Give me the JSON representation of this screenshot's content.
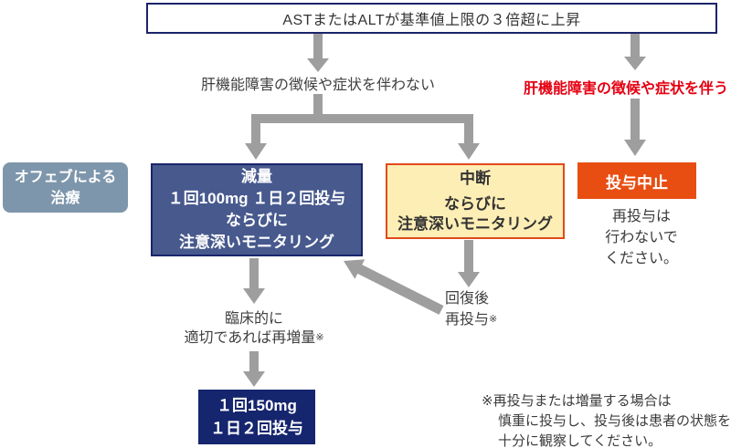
{
  "colors": {
    "navy": "#1b246b",
    "reduce_fill": "#47598d",
    "interrupt_fill": "#fdeeb5",
    "interrupt_border": "#e2491a",
    "discontinue_fill": "#e84e12",
    "treatment_fill": "#7e96ab",
    "full_dose_fill": "#15256e",
    "arrow_gray": "#9e9e9e",
    "alert_red": "#e50012",
    "text_dark": "#3a3a3a"
  },
  "top_box": {
    "label": "ASTまたはALTが基準値上限の３倍超に上昇"
  },
  "branch_labels": {
    "no_symptom": "肝機能障害の徴候や症状を伴わない",
    "symptom": "肝機能障害の徴候や症状を伴う"
  },
  "treatment_box": {
    "line1": "オフェブによる",
    "line2": "治療"
  },
  "reduce_box": {
    "line1": "減量",
    "line2": "１回100mg １日２回投与",
    "line3": "ならびに",
    "line4": "注意深いモニタリング"
  },
  "interrupt_box": {
    "line1": "中断",
    "line2": "ならびに",
    "line3": "注意深いモニタリング"
  },
  "discontinue_box": {
    "label": "投与中止"
  },
  "discontinue_note": {
    "line1": "再投与は",
    "line2": "行わないで",
    "line3": "ください。"
  },
  "reescalate_label": {
    "line1": "臨床的に",
    "line2": "適切であれば再増量",
    "mark": "※"
  },
  "resume_label": {
    "line1": "回復後",
    "line2": "再投与",
    "mark": "※"
  },
  "full_dose_box": {
    "line1": "１回150mg",
    "line2": "１日２回投与"
  },
  "footnote": {
    "line1": "※再投与または増量する場合は",
    "line2": "慎重に投与し、投与後は患者の状態を",
    "line3": "十分に観察してください。"
  }
}
